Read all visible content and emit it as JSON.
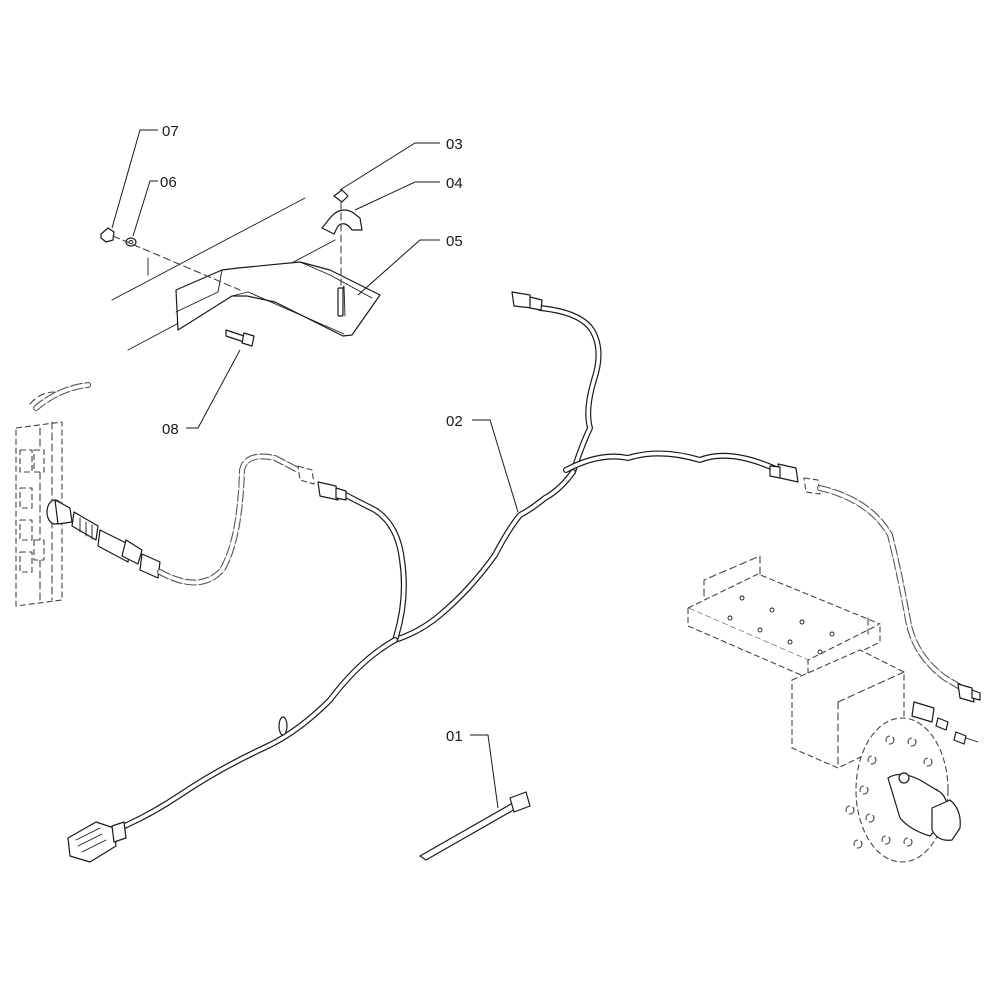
{
  "callouts": {
    "c01": "01",
    "c02": "02",
    "c03": "03",
    "c04": "04",
    "c05": "05",
    "c06": "06",
    "c07": "07",
    "c08": "08"
  }
}
